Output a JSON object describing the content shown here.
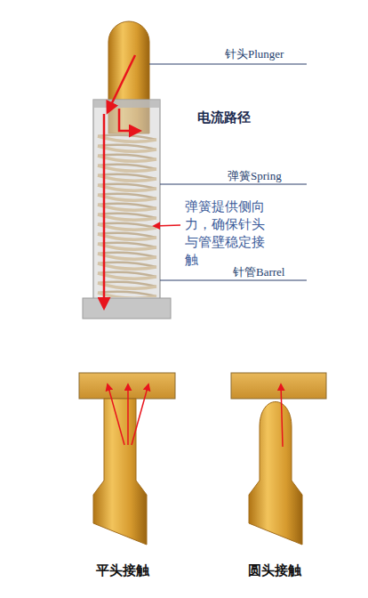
{
  "diagram": {
    "labels": [
      "针头Plunger",
      "电流路径",
      "弹簧Spring",
      "弹簧提供侧向力，确保针头与管壁稳定接触",
      "针管Barrel",
      "平头接触",
      "圆头接触"
    ]
  }
}
